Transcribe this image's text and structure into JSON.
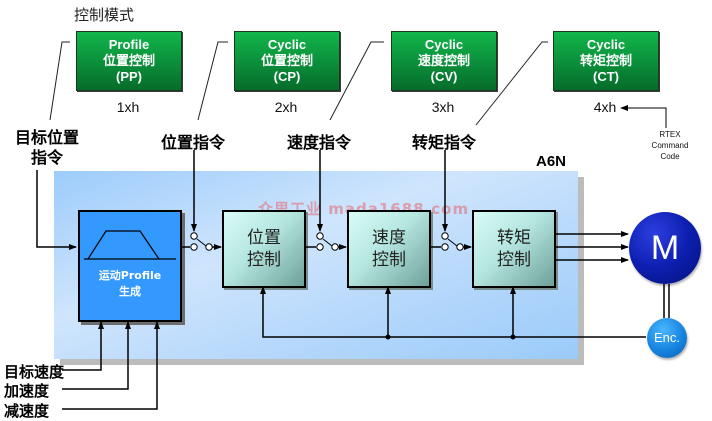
{
  "diagram": {
    "modes_title": "控制模式",
    "modes": [
      {
        "line1": "Profile",
        "line2": "位置控制",
        "line3": "(PP)",
        "code": "1xh"
      },
      {
        "line1": "Cyclic",
        "line2": "位置控制",
        "line3": "(CP)",
        "code": "2xh"
      },
      {
        "line1": "Cyclic",
        "line2": "速度控制",
        "line3": "(CV)",
        "code": "3xh"
      },
      {
        "line1": "Cyclic",
        "line2": "转矩控制",
        "line3": "(CT)",
        "code": "4xh"
      }
    ],
    "rtex_label": [
      "RTEX",
      "Command",
      "Code"
    ],
    "commands": {
      "target_position": [
        "目标位置",
        "指令"
      ],
      "position_cmd": "位置指令",
      "velocity_cmd": "速度指令",
      "torque_cmd": "转矩指令"
    },
    "driver_label": "A6N",
    "profile_block": [
      "运动Profile",
      "生成"
    ],
    "control_blocks": [
      [
        "位置",
        "控制"
      ],
      [
        "速度",
        "控制"
      ],
      [
        "转矩",
        "控制"
      ]
    ],
    "motor_label": "M",
    "encoder_label": "Enc.",
    "profile_inputs": [
      "目标速度",
      "加速度",
      "减速度"
    ],
    "watermark": "众里工业 mada1688.com",
    "colors": {
      "mode_green": "#0a8a38",
      "panel_blue": "#9dccfb",
      "profile_blue": "#3399ff",
      "motor_blue": "#0d1fb0",
      "encoder_blue": "#1684e0"
    }
  }
}
